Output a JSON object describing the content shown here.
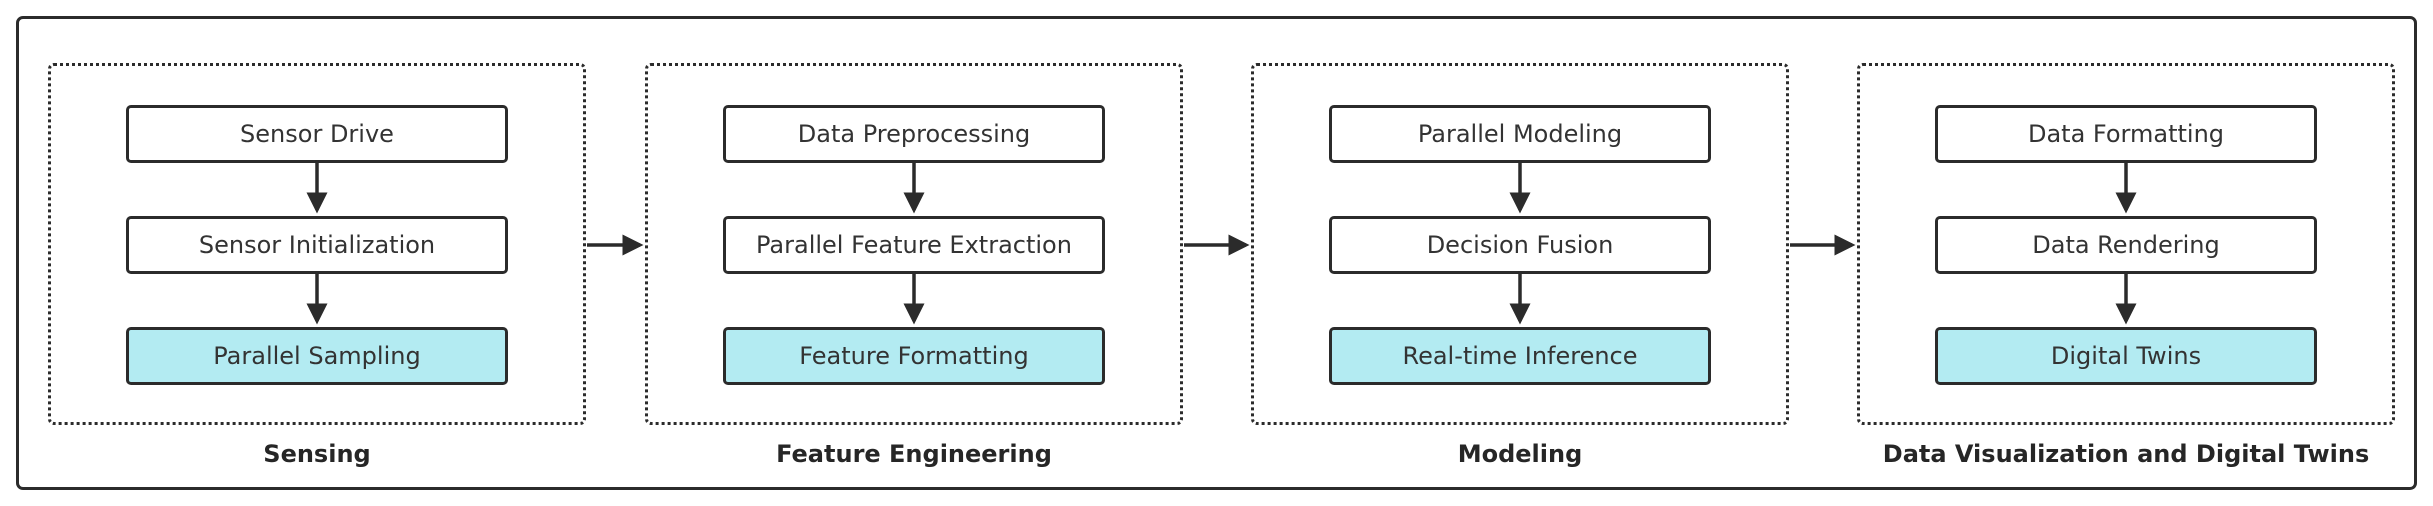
{
  "stages": [
    {
      "label": "Sensing",
      "steps": [
        "Sensor Drive",
        "Sensor Initialization"
      ],
      "output": "Parallel Sampling"
    },
    {
      "label": "Feature Engineering",
      "steps": [
        "Data Preprocessing",
        "Parallel Feature Extraction"
      ],
      "output": "Feature Formatting"
    },
    {
      "label": "Modeling",
      "steps": [
        "Parallel Modeling",
        "Decision Fusion"
      ],
      "output": "Real-time Inference"
    },
    {
      "label": "Data Visualization and Digital Twins",
      "steps": [
        "Data Formatting",
        "Data Rendering"
      ],
      "output": "Digital Twins"
    }
  ],
  "colors": {
    "stroke": "#2b2b2b",
    "output_fill": "#b3ebf2",
    "box_fill": "#ffffff"
  }
}
